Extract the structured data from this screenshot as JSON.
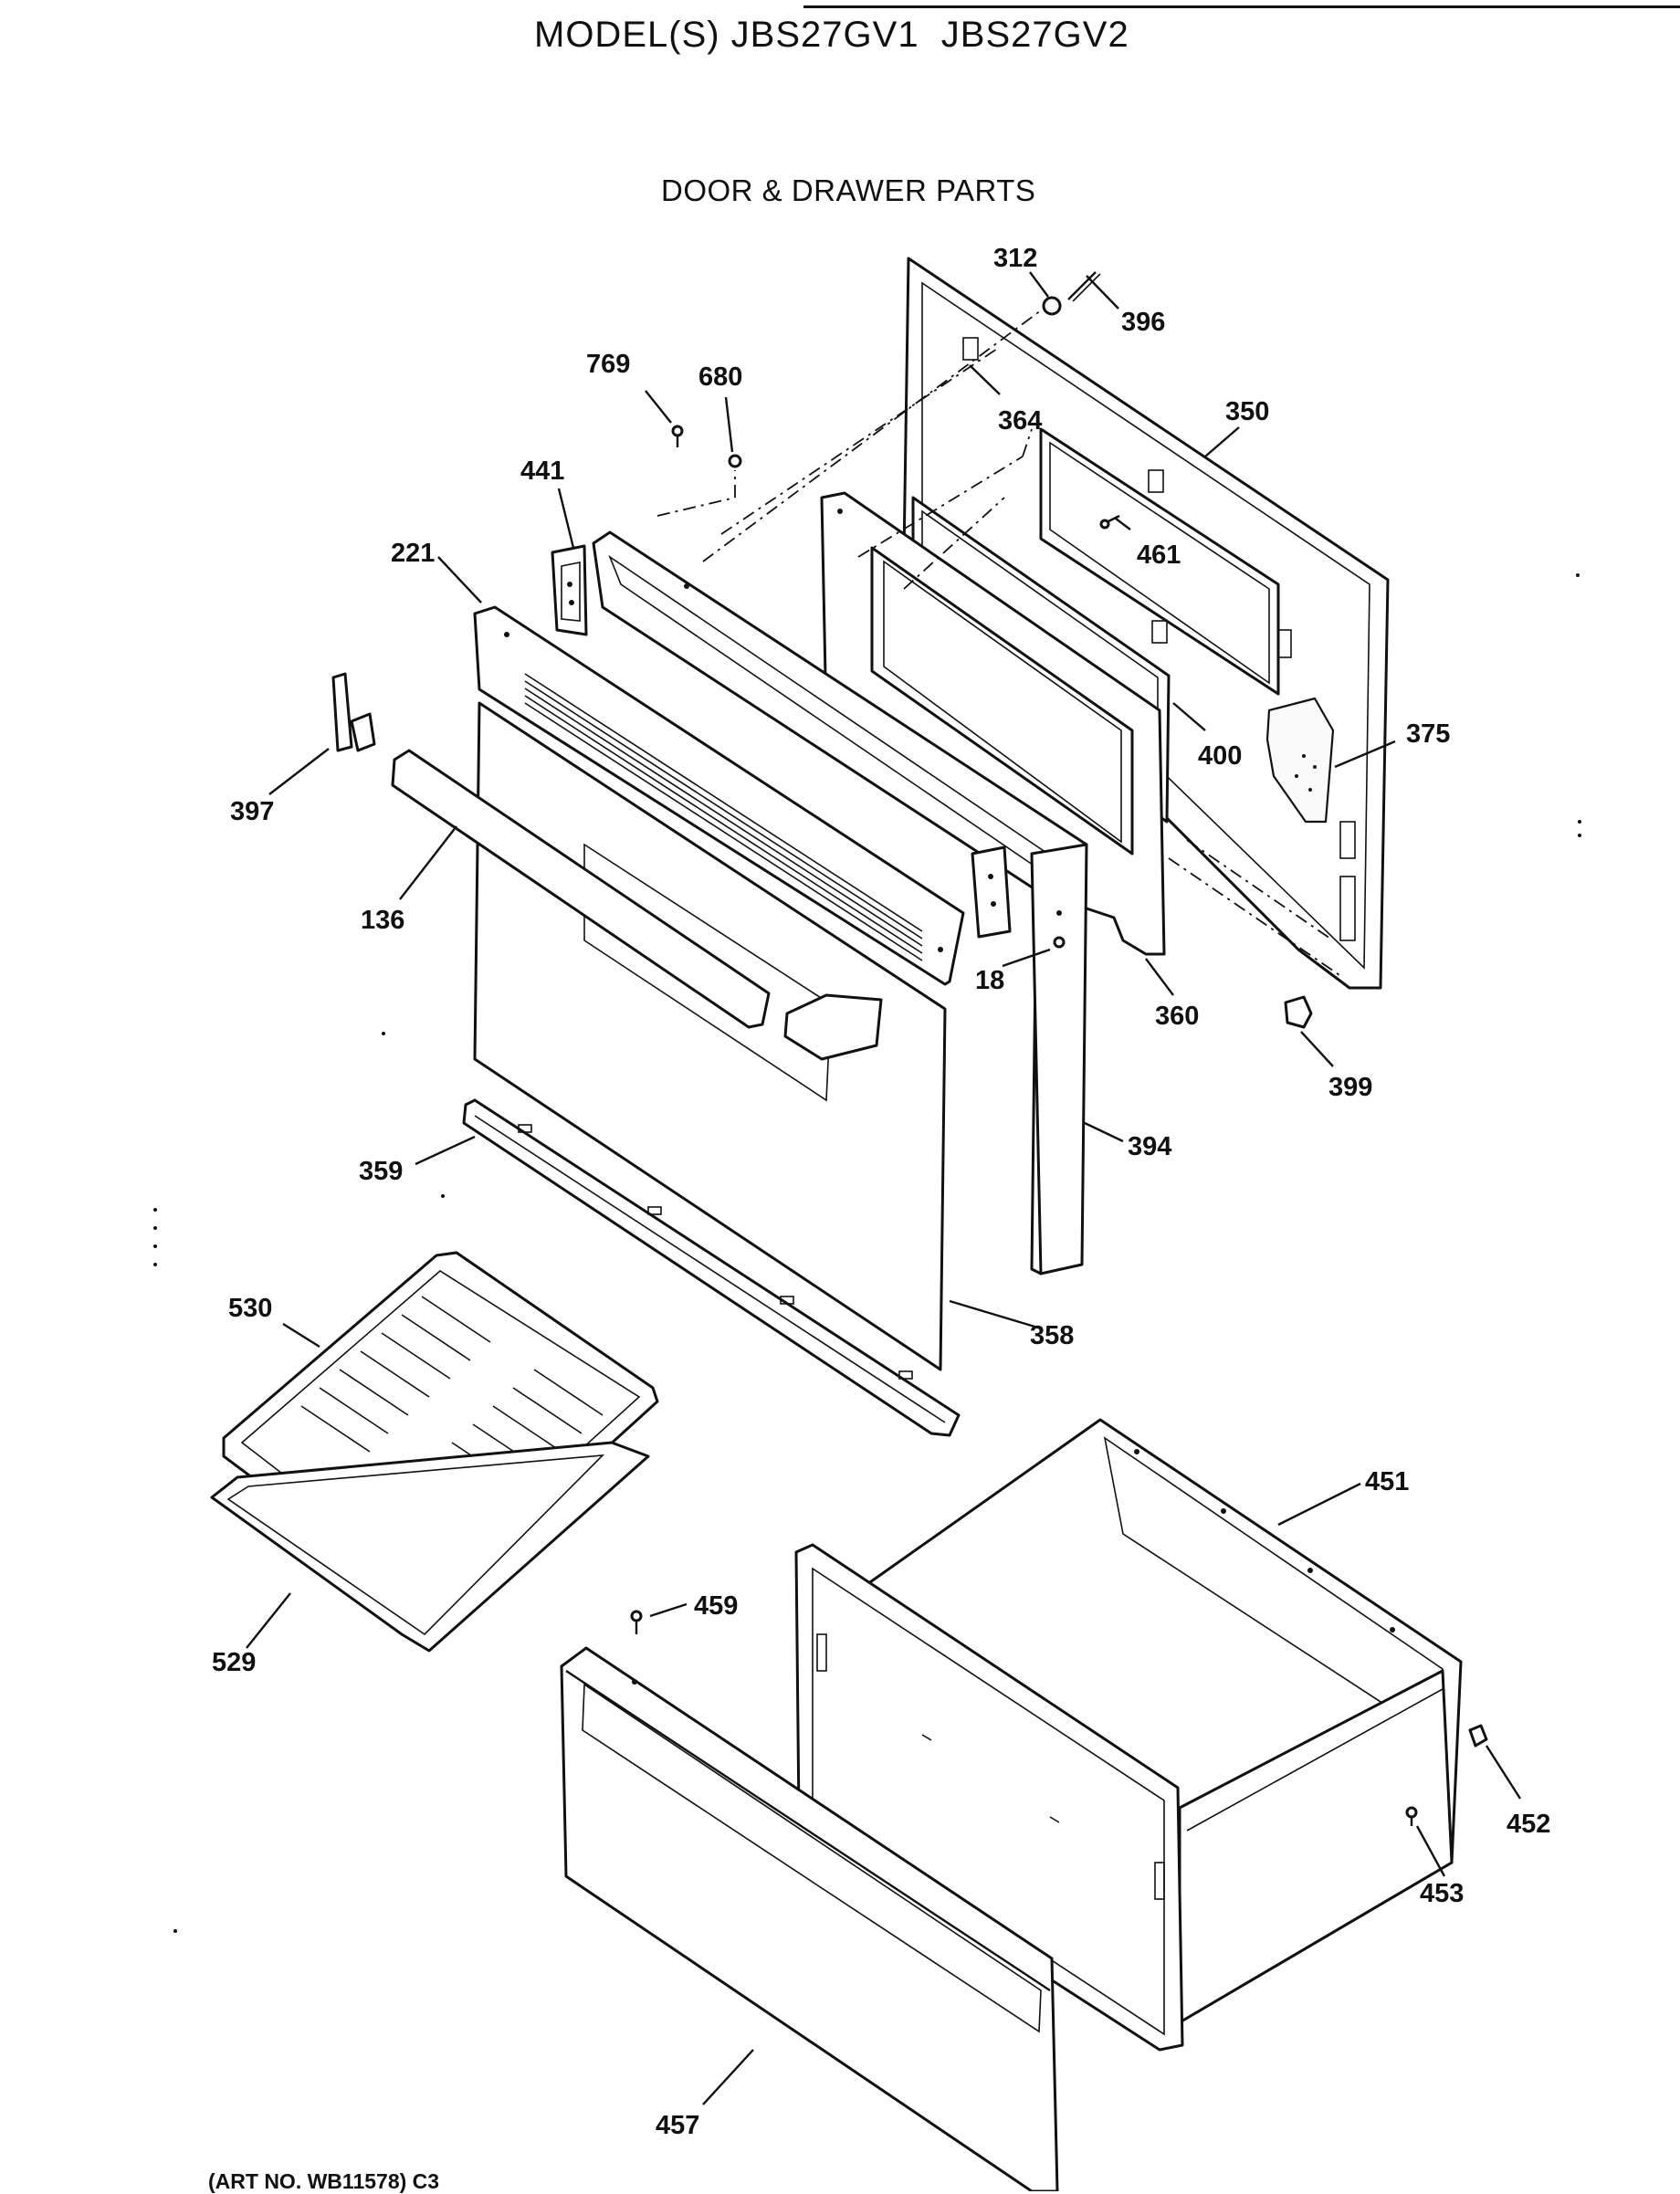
{
  "header": {
    "model": "MODEL(S) JBS27GV1  JBS27GV2",
    "section": "DOOR & DRAWER PARTS"
  },
  "footer": {
    "art_no": "(ART NO. WB11578) C3"
  },
  "parts": [
    {
      "id": "p312",
      "label": "312"
    },
    {
      "id": "p396",
      "label": "396"
    },
    {
      "id": "p769",
      "label": "769"
    },
    {
      "id": "p680",
      "label": "680"
    },
    {
      "id": "p364",
      "label": "364"
    },
    {
      "id": "p350",
      "label": "350"
    },
    {
      "id": "p441",
      "label": "441"
    },
    {
      "id": "p461",
      "label": "461"
    },
    {
      "id": "p221",
      "label": "221"
    },
    {
      "id": "p400",
      "label": "400"
    },
    {
      "id": "p375",
      "label": "375"
    },
    {
      "id": "p397",
      "label": "397"
    },
    {
      "id": "p136",
      "label": "136"
    },
    {
      "id": "p18",
      "label": "18"
    },
    {
      "id": "p360",
      "label": "360"
    },
    {
      "id": "p399",
      "label": "399"
    },
    {
      "id": "p394",
      "label": "394"
    },
    {
      "id": "p359",
      "label": "359"
    },
    {
      "id": "p530",
      "label": "530"
    },
    {
      "id": "p358",
      "label": "358"
    },
    {
      "id": "p451",
      "label": "451"
    },
    {
      "id": "p459",
      "label": "459"
    },
    {
      "id": "p529",
      "label": "529"
    },
    {
      "id": "p452",
      "label": "452"
    },
    {
      "id": "p453",
      "label": "453"
    },
    {
      "id": "p457",
      "label": "457"
    }
  ]
}
